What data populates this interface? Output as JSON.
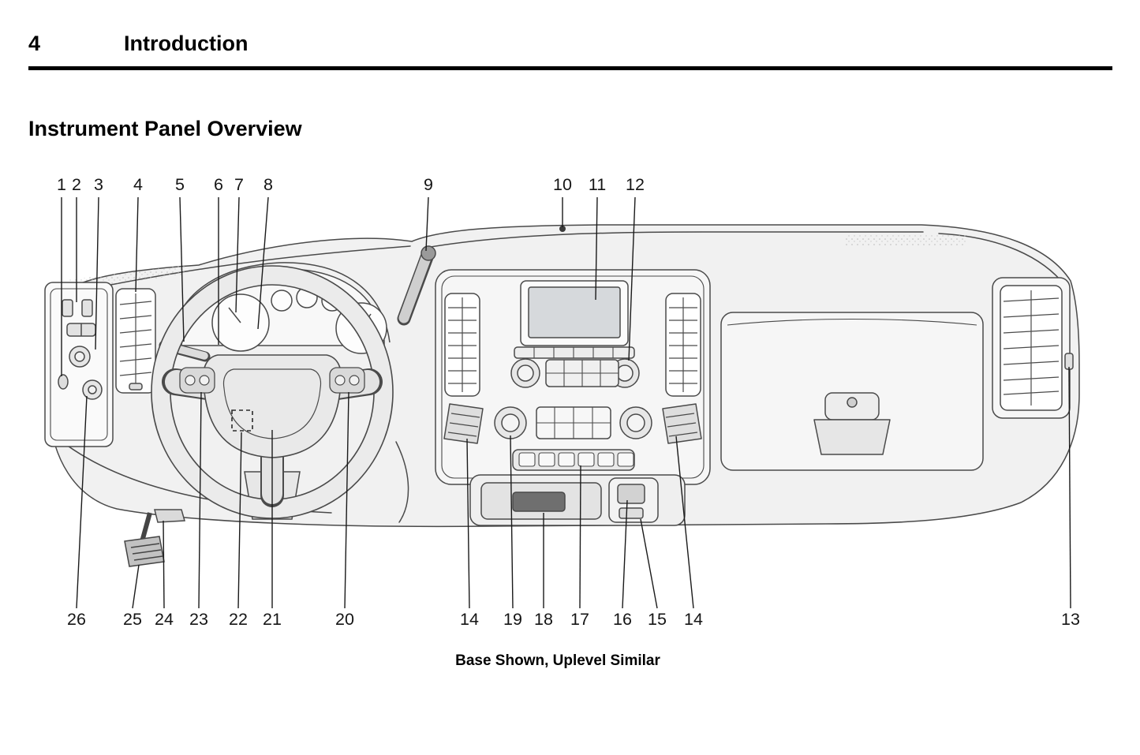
{
  "page": {
    "number": "4",
    "chapter": "Introduction"
  },
  "section": {
    "title": "Instrument Panel Overview"
  },
  "figure": {
    "caption": "Base Shown, Uplevel Similar",
    "callouts_top": [
      "1",
      "2",
      "3",
      "4",
      "5",
      "6",
      "7",
      "8",
      "9",
      "10",
      "11",
      "12"
    ],
    "callouts_bottom": [
      "26",
      "25",
      "24",
      "23",
      "22",
      "21",
      "20",
      "14",
      "19",
      "18",
      "17",
      "16",
      "15",
      "14",
      "13"
    ]
  },
  "colors": {
    "page_background": "#ffffff",
    "rule": "#000000",
    "line_art": "#4a4a4a",
    "text": "#000000"
  }
}
